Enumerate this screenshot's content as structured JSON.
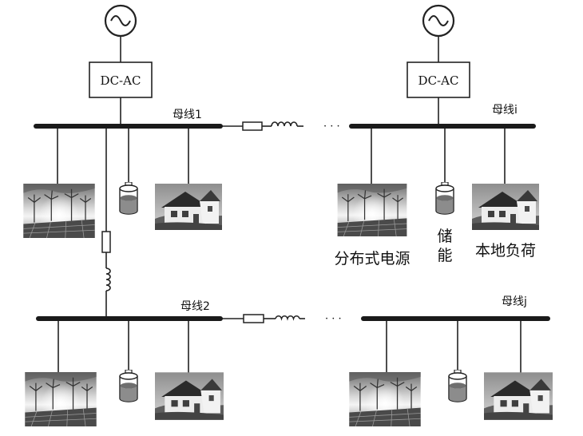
{
  "converters": {
    "left": {
      "label": "DC-AC",
      "generator_icon": "ac-source-icon"
    },
    "right": {
      "label": "DC-AC",
      "generator_icon": "ac-source-icon"
    }
  },
  "buses": {
    "bus1": "母线1",
    "busi": "母线i",
    "bus2": "母线2",
    "busj": "母线j"
  },
  "links": {
    "ellipsis_top": "· · ·",
    "ellipsis_bottom": "· · ·"
  },
  "legend": {
    "distributed_source": "分布式电源",
    "storage_line1": "储",
    "storage_line2": "能",
    "local_load": "本地负荷"
  },
  "icons": {
    "source": "wind-solar-photo-icon",
    "storage": "battery-cylinder-icon",
    "load": "house-photo-icon"
  }
}
